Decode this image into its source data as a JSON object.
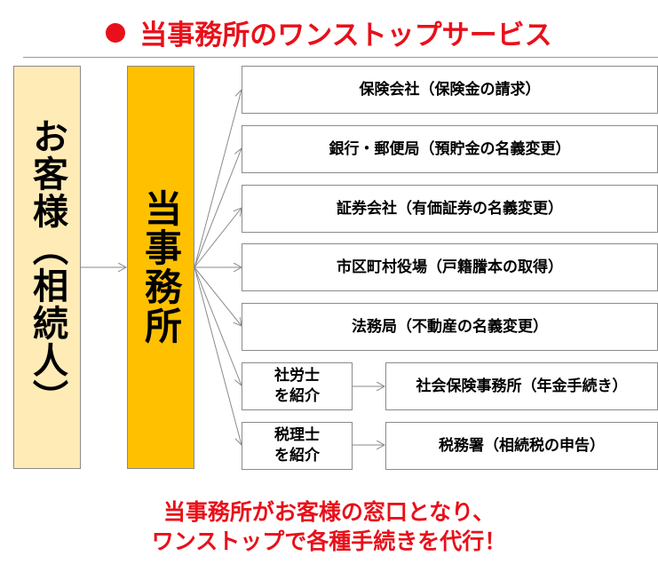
{
  "title": "当事務所のワンストップサービス",
  "customer_label": "お客様（相続人）",
  "office_label": "当事務所",
  "services": [
    "保険会社（保険金の請求）",
    "銀行・郵便局（預貯金の名義変更）",
    "証券会社（有価証券の名義変更）",
    "市区町村役場（戸籍謄本の取得）",
    "法務局（不動産の名義変更）"
  ],
  "referrals": [
    {
      "intermediary": [
        "社労士",
        "を紹介"
      ],
      "target": "社会保険事務所（年金手続き）"
    },
    {
      "intermediary": [
        "税理士",
        "を紹介"
      ],
      "target": "税務署（相続税の申告）"
    }
  ],
  "footer": [
    "当事務所がお客様の窓口となり、",
    "ワンストップで各種手続きを代行！"
  ],
  "colors": {
    "accent": "#e8101a",
    "customer_fill": "#ffebb6",
    "office_fill": "#ffc000"
  }
}
